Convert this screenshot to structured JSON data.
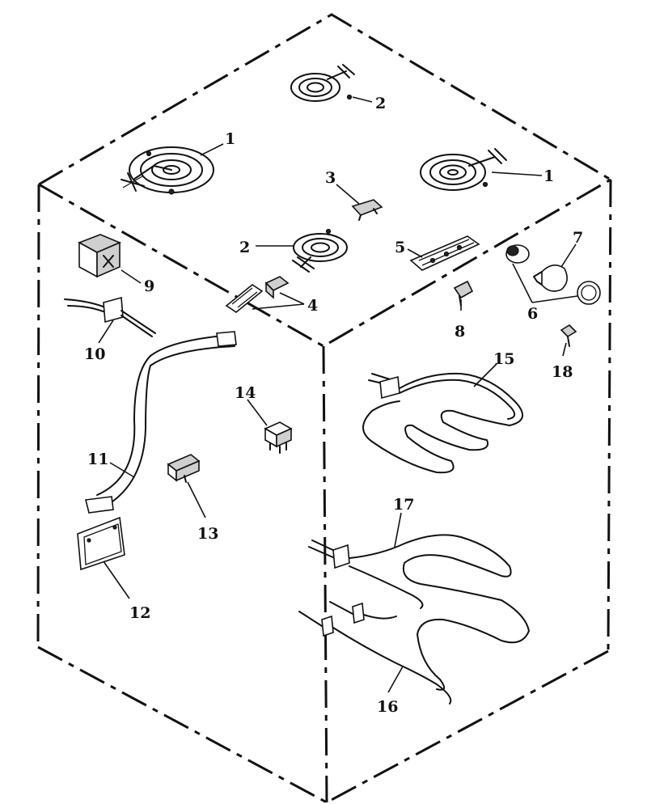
{
  "callouts": {
    "c1a": "1",
    "c1b": "1",
    "c2a": "2",
    "c2b": "2",
    "c3": "3",
    "c4": "4",
    "c5": "5",
    "c6": "6",
    "c7": "7",
    "c8": "8",
    "c9": "9",
    "c10": "10",
    "c11": "11",
    "c12": "12",
    "c13": "13",
    "c14": "14",
    "c15": "15",
    "c16": "16",
    "c17": "17",
    "c18": "18"
  }
}
